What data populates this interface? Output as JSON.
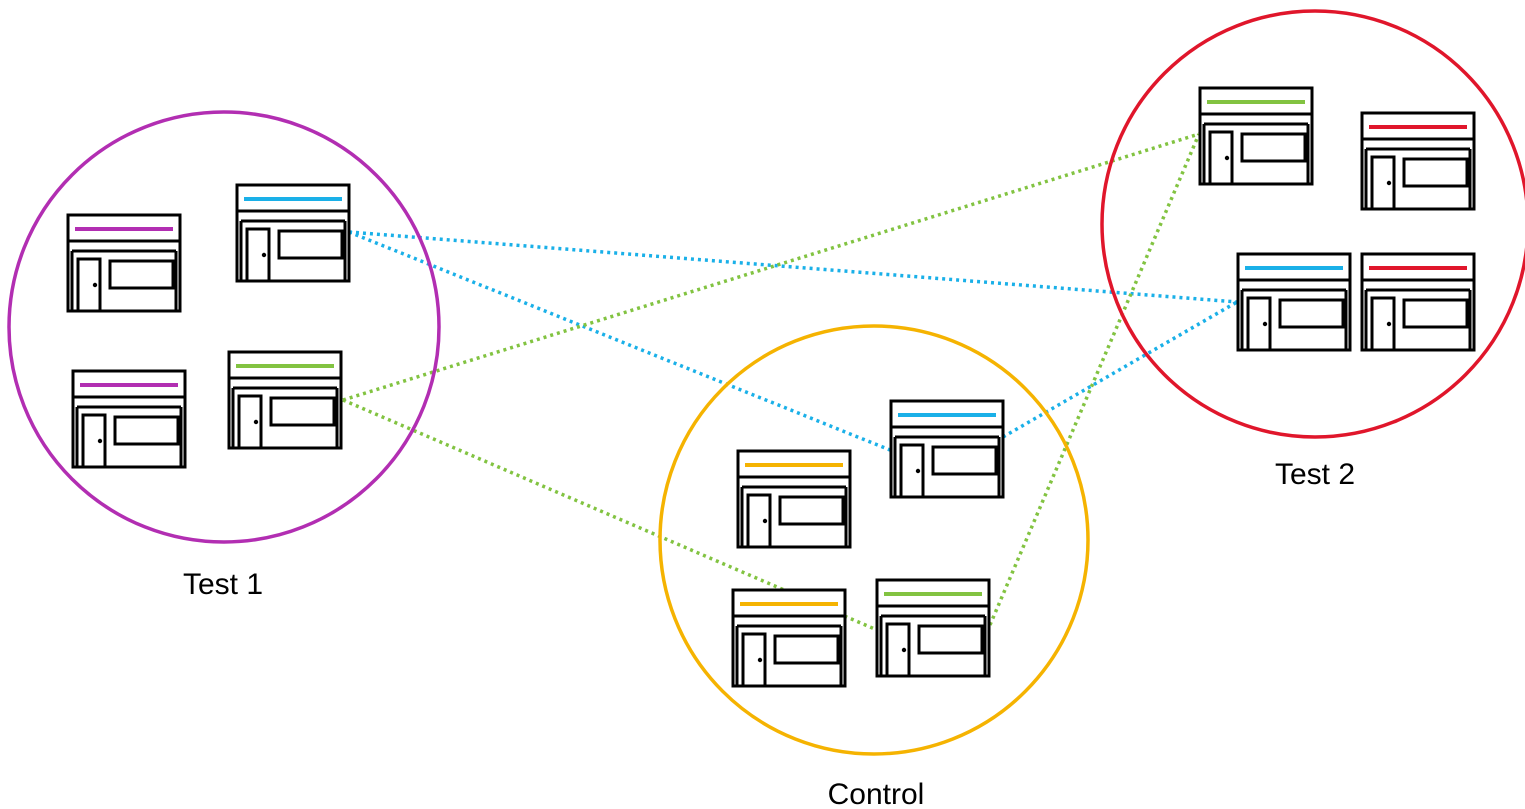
{
  "colors": {
    "test1": "#b22eb2",
    "test2": "#e0162b",
    "control": "#f5b301",
    "blue": "#1ab0e8",
    "green": "#82c341",
    "outline": "#000000"
  },
  "groups": [
    {
      "id": "test1",
      "label": "Test 1",
      "color_key": "test1"
    },
    {
      "id": "control",
      "label": "Control",
      "color_key": "control"
    },
    {
      "id": "test2",
      "label": "Test 2",
      "color_key": "test2"
    }
  ],
  "stores": [
    {
      "id": "t1-a",
      "group": "test1",
      "color_key": "test1",
      "icon": "storefront-icon"
    },
    {
      "id": "t1-b",
      "group": "test1",
      "color_key": "blue",
      "icon": "storefront-icon"
    },
    {
      "id": "t1-c",
      "group": "test1",
      "color_key": "test1",
      "icon": "storefront-icon"
    },
    {
      "id": "t1-d",
      "group": "test1",
      "color_key": "green",
      "icon": "storefront-icon"
    },
    {
      "id": "c-a",
      "group": "control",
      "color_key": "blue",
      "icon": "storefront-icon"
    },
    {
      "id": "c-b",
      "group": "control",
      "color_key": "control",
      "icon": "storefront-icon"
    },
    {
      "id": "c-c",
      "group": "control",
      "color_key": "control",
      "icon": "storefront-icon"
    },
    {
      "id": "c-d",
      "group": "control",
      "color_key": "green",
      "icon": "storefront-icon"
    },
    {
      "id": "t2-a",
      "group": "test2",
      "color_key": "green",
      "icon": "storefront-icon"
    },
    {
      "id": "t2-b",
      "group": "test2",
      "color_key": "test2",
      "icon": "storefront-icon"
    },
    {
      "id": "t2-c",
      "group": "test2",
      "color_key": "blue",
      "icon": "storefront-icon"
    },
    {
      "id": "t2-d",
      "group": "test2",
      "color_key": "test2",
      "icon": "storefront-icon"
    }
  ],
  "links": [
    {
      "from": "t1-b",
      "to": "t2-c",
      "color_key": "blue",
      "style": "dotted"
    },
    {
      "from": "t1-b",
      "to": "c-a",
      "color_key": "blue",
      "style": "dotted"
    },
    {
      "from": "c-a",
      "to": "t2-c",
      "color_key": "blue",
      "style": "dotted"
    },
    {
      "from": "t1-d",
      "to": "t2-a",
      "color_key": "green",
      "style": "dotted"
    },
    {
      "from": "t1-d",
      "to": "c-d",
      "color_key": "green",
      "style": "dotted"
    },
    {
      "from": "c-d",
      "to": "t2-a",
      "color_key": "green",
      "style": "dotted"
    }
  ]
}
